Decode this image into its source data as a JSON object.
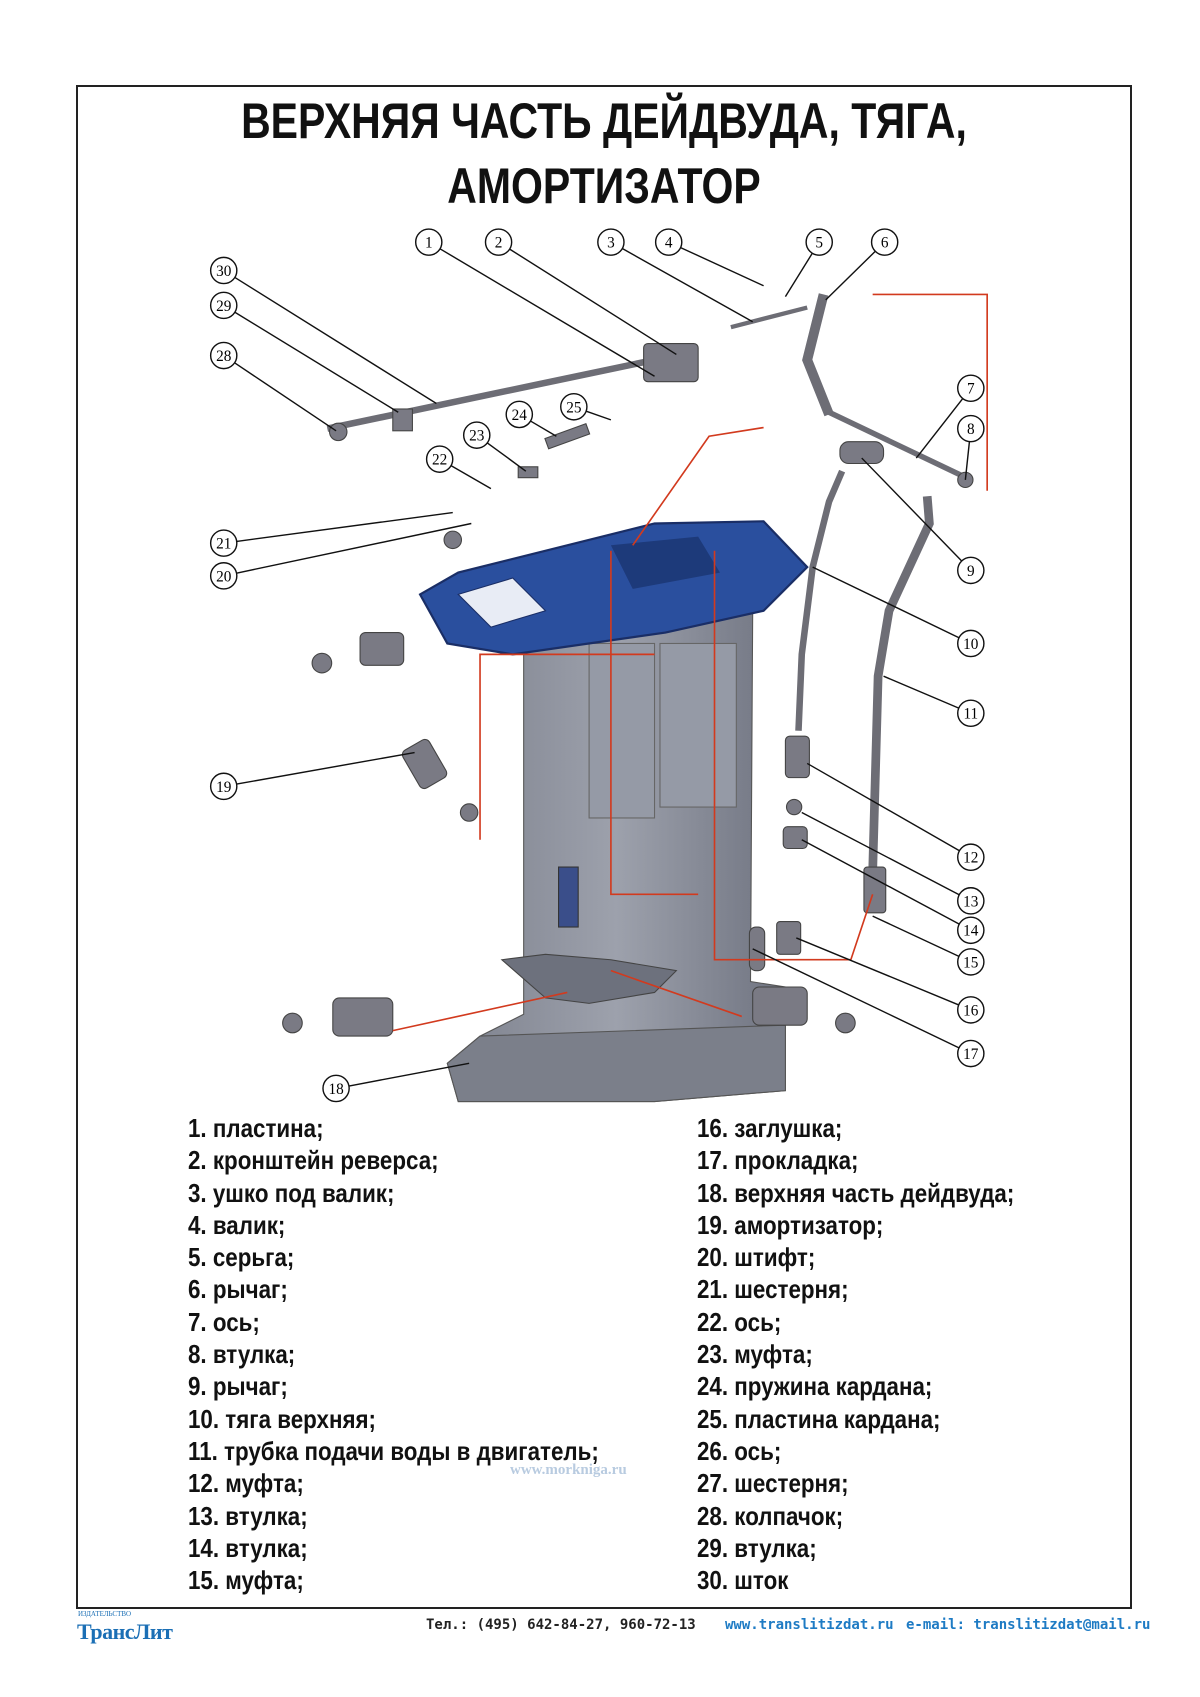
{
  "title": {
    "line1": "ВЕРХНЯЯ ЧАСТЬ ДЕЙДВУДА, ТЯГА,",
    "line2": "АМОРТИЗАТОР"
  },
  "callouts": [
    "1",
    "2",
    "3",
    "4",
    "5",
    "6",
    "7",
    "8",
    "9",
    "10",
    "11",
    "12",
    "13",
    "14",
    "15",
    "16",
    "17",
    "18",
    "19",
    "20",
    "21",
    "22",
    "23",
    "24",
    "25",
    "28",
    "29",
    "30"
  ],
  "legend": {
    "left": [
      "1. пластина;",
      "2. кронштейн реверса;",
      "3. ушко под валик;",
      "4. валик;",
      "5. серьга;",
      "6. рычаг;",
      "7. ось;",
      "8. втулка;",
      "9. рычаг;",
      "10. тяга верхняя;",
      "11. трубка подачи воды в двигатель;",
      "12. муфта;",
      "13. втулка;",
      "14. втулка;",
      "15. муфта;"
    ],
    "right": [
      "16. заглушка;",
      "17. прокладка;",
      "18. верхняя часть дейдвуда;",
      "19. амортизатор;",
      "20. штифт;",
      "21. шестерня;",
      "22. ось;",
      "23. муфта;",
      "24. пружина кардана;",
      "25. пластина кардана;",
      "26. ось;",
      "27. шестерня;",
      "28. колпачок;",
      "29. втулка;",
      "30. шток"
    ]
  },
  "watermark": "www.morkniga.ru",
  "footer": {
    "publisher_small": "ИЗДАТЕЛЬСТВО",
    "publisher": "ТрансЛит",
    "phone": "Тел.: (495) 642-84-27, 960-72-13",
    "website": "www.translitizdat.ru",
    "email": "e-mail: translitizdat@mail.ru"
  },
  "colors": {
    "flange": "#2a4f9e",
    "body": "#8c909c",
    "leader_red": "#d23a1e",
    "brand": "#1b6fb5"
  }
}
